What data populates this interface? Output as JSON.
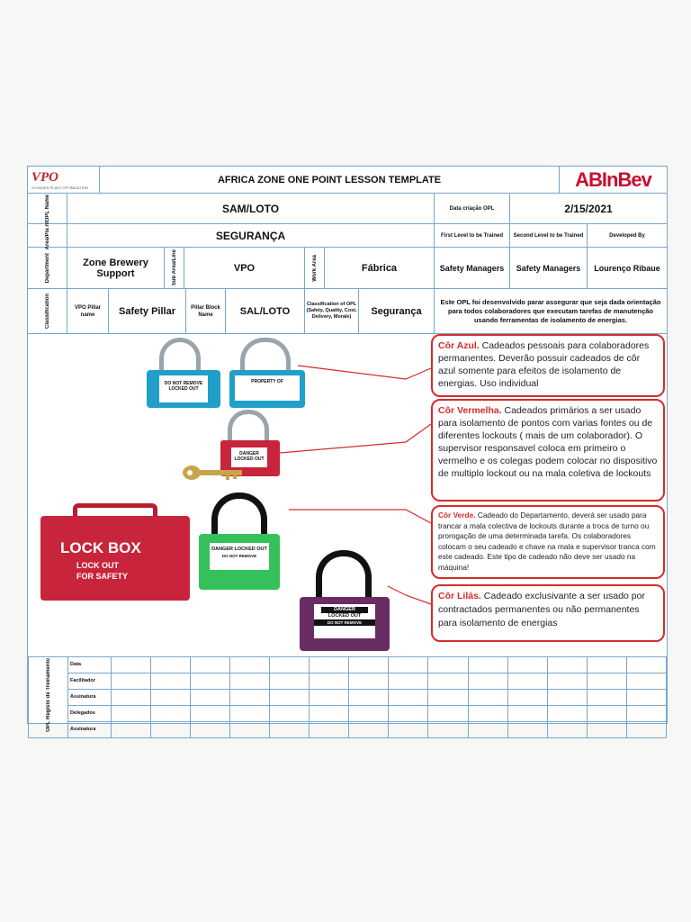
{
  "header": {
    "vpo_logo": "VPO",
    "vpo_sub": "VOYAGER PLANT OPTIMIZATION",
    "title": "AFRICA ZONE ONE POINT LESSON TEMPLATE",
    "brand_logo": "ABInBev"
  },
  "row1": {
    "label": "OPL Name",
    "name": "SAM/LOTO",
    "date_label": "Data criação OPL",
    "date_value": "2/15/2021"
  },
  "row2": {
    "label": "Area/Pla nt",
    "area": "SEGURANÇA",
    "first_level": "First Level to be Trained",
    "second_level": "Second Level to be Trained",
    "developed_by": "Developed By"
  },
  "row3": {
    "dept_label": "Department",
    "dept_value": "Zone Brewery Support",
    "sub_area_label": "Sub Area/Line",
    "sub_area_value": "VPO",
    "work_area_label": "Work Area",
    "work_area_value": "Fábrica",
    "first_value": "Safety Managers",
    "second_value": "Safety Managers",
    "developer": "Lourenço Ribaue"
  },
  "row4": {
    "class_label": "Classification",
    "pillar_label": "VPO Pillar name",
    "pillar_value": "Safety Pillar",
    "block_label": "Pillar Block Name",
    "block_value": "SAL/LOTO",
    "opl_class_label": "Classification of OPL (Safety, Quality, Cost, Delivery, Morale)",
    "opl_class_value": "Segurança",
    "description": "Este OPL foi desenvolvido parar assegurar que seja dada orientação para todos colaboradores que executam tarefas de manutenção usando ferramentas de isolamento de energias."
  },
  "padlocks": {
    "blue1_tag": "DO NOT REMOVE LOCKED OUT",
    "blue2_tag": "PROPERTY OF",
    "red_tag": "DANGER LOCKED OUT",
    "green_tag": "DANGER LOCKED OUT",
    "green_sub": "DO NOT REMOVE",
    "purple_tag": "DANGER",
    "purple_mid": "LOCKED OUT",
    "purple_sub": "DO NOT REMOVE",
    "lockbox_title": "LOCK BOX",
    "lockbox_line1": "LOCK OUT",
    "lockbox_line2": "FOR SAFETY"
  },
  "callouts": [
    {
      "title": "Côr Azul.",
      "text": " Cadeados pessoais para colaboradores permanentes. Deverão possuir cadeados de côr azul somente para efeitos de isolamento de energias. Uso individual"
    },
    {
      "title": "Côr Vermelha.",
      "text": " Cadeados primários  a ser usado para isolamento de pontos com varias fontes ou de diferentes lockouts ( mais de um colaborador). O supervisor responsavel coloca em primeiro o vermelho e os colegas podem colocar no dispositivo de multiplo lockout ou na mala coletiva de lockouts"
    },
    {
      "title": "Côr Verde.",
      "text": " Cadeado do Departamento, deverá ser usado para trancar a mala colectiva de lockouts durante a troca de turno ou prorogação de uma determinada tarefa. Os colaboradores colocam o seu cadeado e chave na mala e supervisor tranca com este cadeado. Este tipo de cadeado não deve ser usado na máquina!"
    },
    {
      "title": "Côr Lilás.",
      "text": " Cadeado exclusivante a ser usado por contractados permanentes ou não permanentes para isolamento de energias"
    }
  ],
  "log": {
    "side_label": "OPL Registo de Treinamento",
    "rows": [
      "Data",
      "Facilitador",
      "Assinatura",
      "Delegados",
      "Assinatura"
    ]
  },
  "colors": {
    "grid": "#7aa6c9",
    "callout": "#d62b2b",
    "blue_lock": "#1f9fc9",
    "red_lock": "#c8243b",
    "green_lock": "#35c15a",
    "purple_lock": "#6a2d63"
  }
}
